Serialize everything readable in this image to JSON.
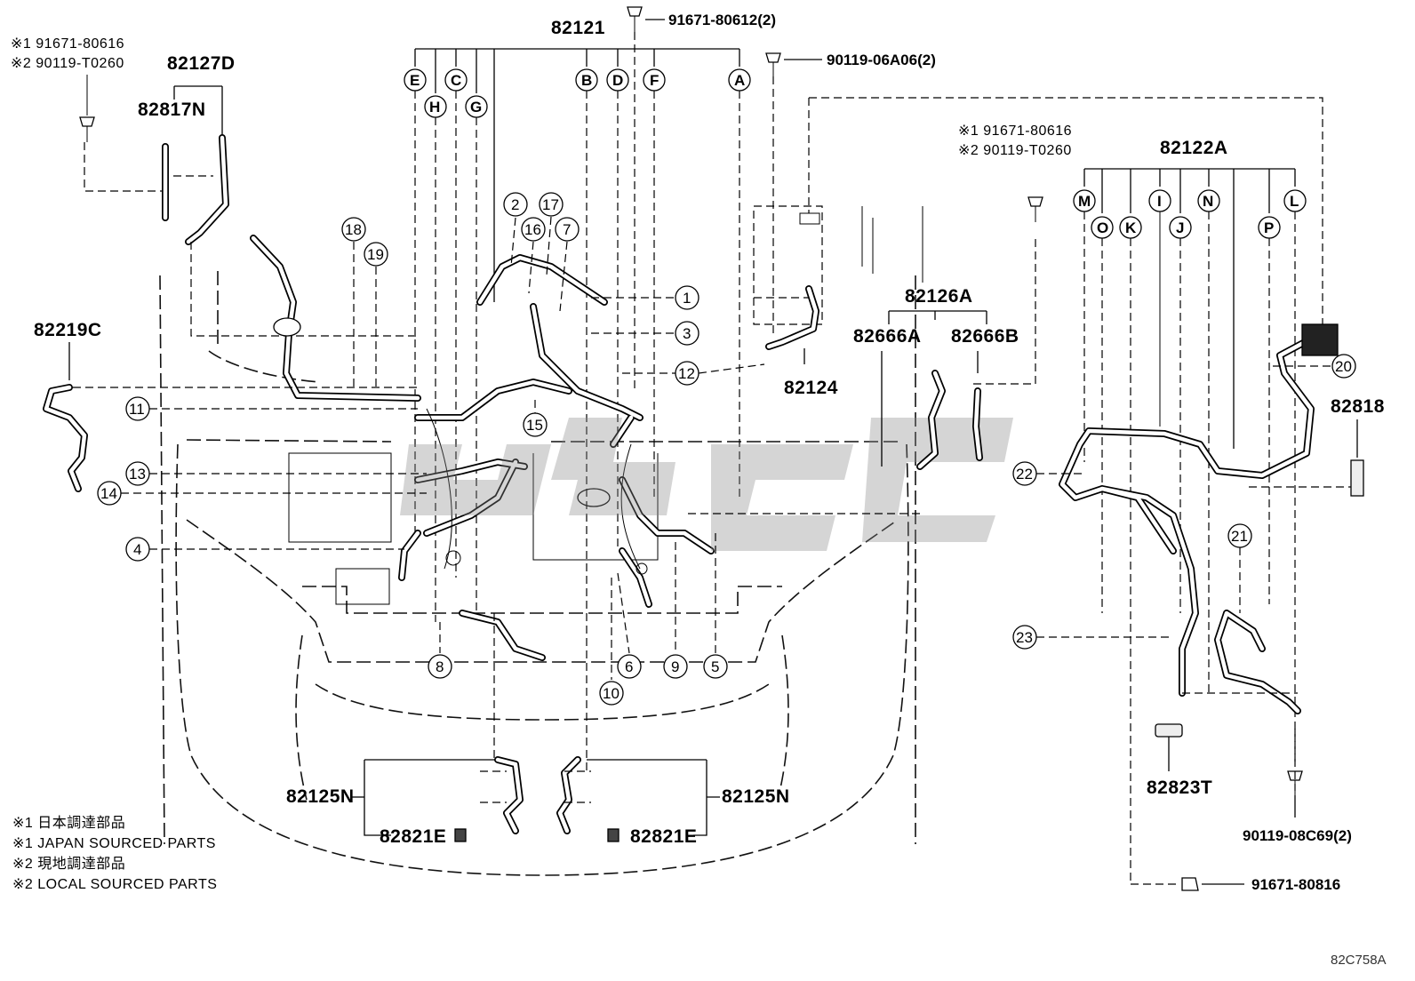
{
  "part_numbers": {
    "main_harness": "82121",
    "main_bolt": "91671-80612(2)",
    "ground_bolt": "90119-06A06(2)",
    "left_harness": "82127D",
    "left_clamp": "82817N",
    "left_sensor_wire": "82219C",
    "battery_cable": "82124",
    "center_harness": "82126A",
    "center_sub_a": "82666A",
    "center_sub_b": "82666B",
    "right_harness": "82122A",
    "right_clamp": "82818",
    "right_cover": "82823T",
    "right_bolt": "90119-08C69(2)",
    "bottom_bolt": "91671-80816",
    "lower_left_harness": "82125N",
    "lower_left_clamp": "82821E",
    "lower_right_harness": "82125N",
    "lower_right_clamp": "82821E"
  },
  "alt_bolts_left": [
    "※1 91671-80616",
    "※2 90119-T0260"
  ],
  "alt_bolts_center": [
    "※1 91671-80616",
    "※2 90119-T0260"
  ],
  "letters_main": [
    "E",
    "H",
    "C",
    "G",
    "B",
    "D",
    "F",
    "A"
  ],
  "letters_right": [
    "M",
    "O",
    "K",
    "I",
    "J",
    "N",
    "P",
    "L"
  ],
  "callouts": [
    "1",
    "2",
    "3",
    "4",
    "5",
    "6",
    "7",
    "8",
    "9",
    "10",
    "11",
    "12",
    "13",
    "14",
    "15",
    "16",
    "17",
    "18",
    "19",
    "20",
    "21",
    "22",
    "23"
  ],
  "legend": [
    "※1 日本調達部品",
    "※1 JAPAN SOURCED PARTS",
    "※2 現地調達部品",
    "※2 LOCAL SOURCED PARTS"
  ],
  "diagram_code": "82C758A"
}
